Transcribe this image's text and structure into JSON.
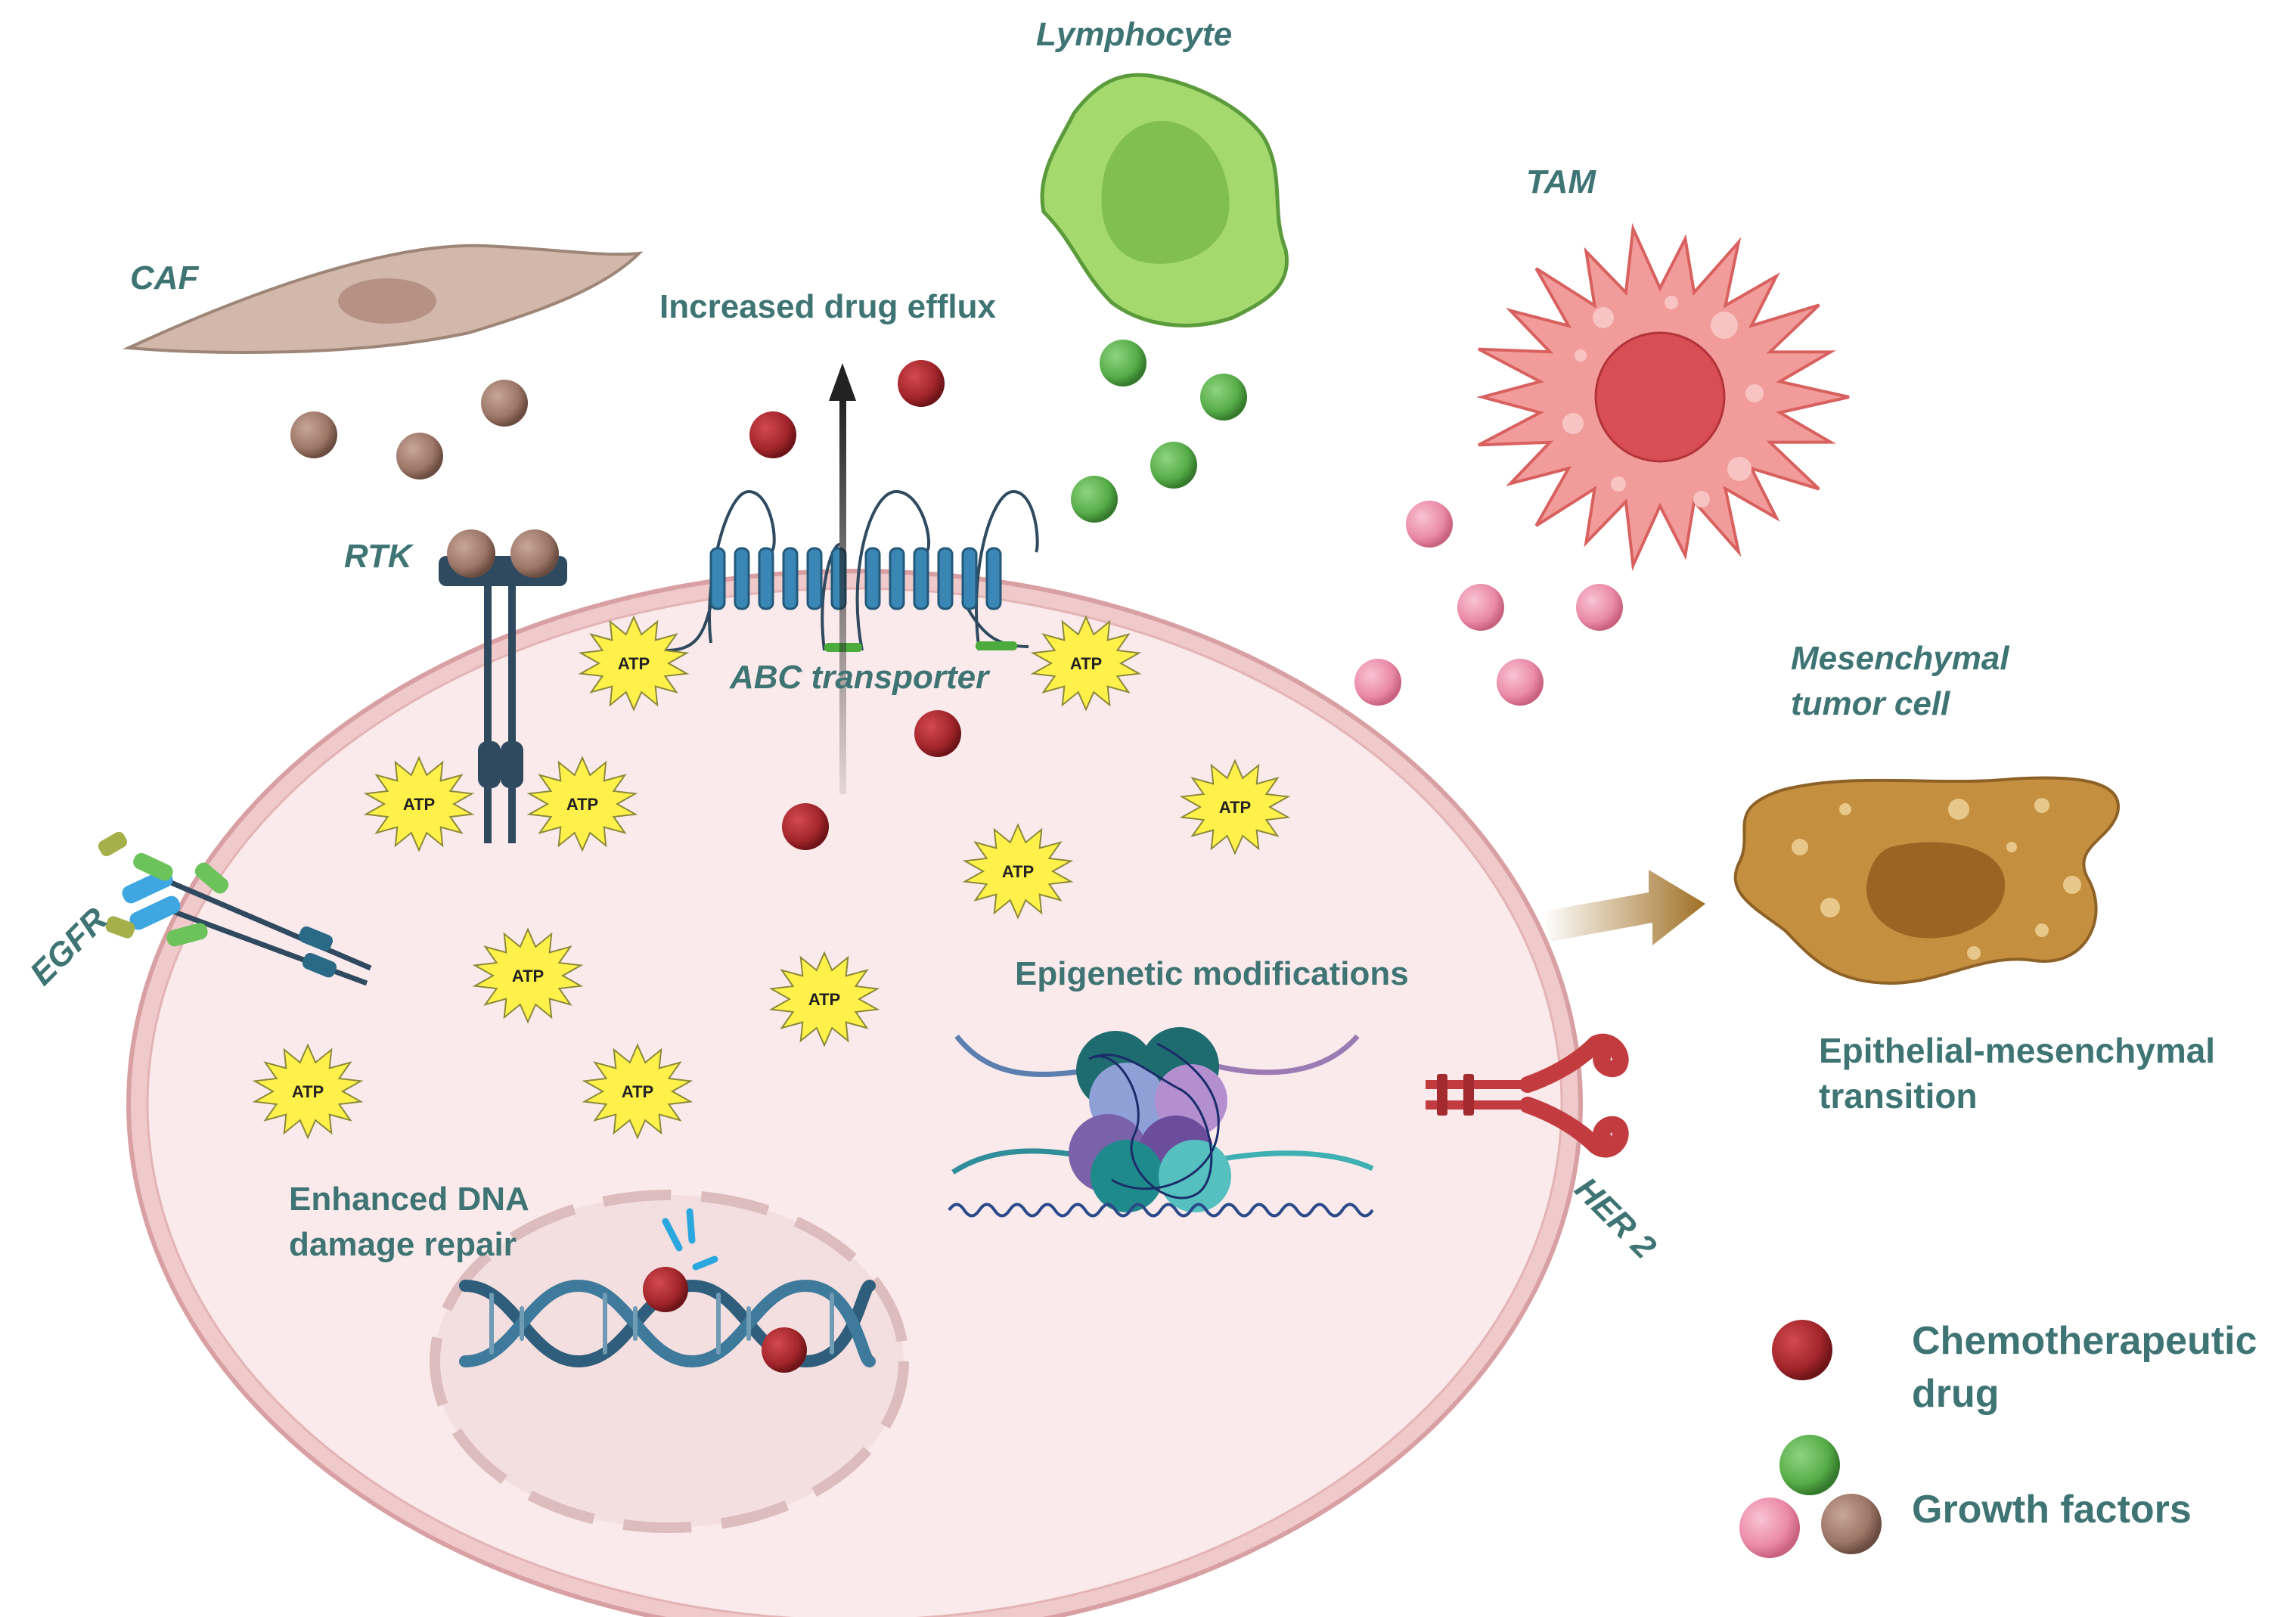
{
  "labels": {
    "lymphocyte": "Lymphocyte",
    "tam": "TAM",
    "caf": "CAF",
    "efflux": "Increased drug efflux",
    "rtk": "RTK",
    "abc": "ABC transporter",
    "egfr": "EGFR",
    "mesenchymal_line1": "Mesenchymal",
    "mesenchymal_line2": "tumor cell",
    "epigenetic": "Epigenetic modifications",
    "emt_line1": "Epithelial-mesenchymal",
    "emt_line2": "transition",
    "dna_repair_line1": "Enhanced DNA",
    "dna_repair_line2": "damage repair",
    "her2": "HER 2",
    "atp": "ATP"
  },
  "legend": {
    "chemo_line1": "Chemotherapeutic",
    "chemo_line2": "drug",
    "growth": "Growth factors"
  },
  "colors": {
    "text": "#3f7474",
    "chemo_drug": "#a3262c",
    "growth_green": "#56ad48",
    "growth_pink": "#ea8aa8",
    "growth_brown": "#9c7667",
    "cell_fill": "#fbe9ea",
    "cell_border": "#e2a9aa",
    "atp_fill": "#fff04a",
    "receptor_dark": "#2f4a5f",
    "transporter_blue": "#3a87b5",
    "her2_red": "#c23b3f",
    "emt_brown": "#a07025"
  }
}
